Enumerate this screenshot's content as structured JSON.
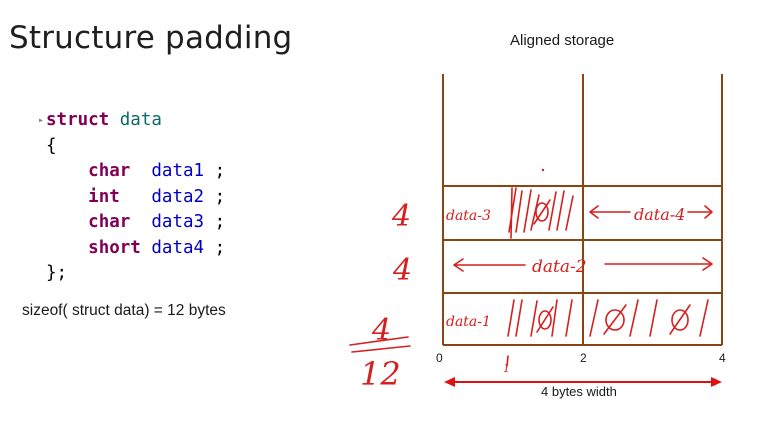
{
  "slide": {
    "title": "Structure padding"
  },
  "code": {
    "lines": [
      {
        "kw": "struct",
        "ident": "data"
      },
      {
        "text": "{"
      },
      {
        "type": "char",
        "pad": "  ",
        "var": "data1",
        "end": " ;"
      },
      {
        "type": "int",
        "pad": "   ",
        "var": "data2",
        "end": " ;"
      },
      {
        "type": "char",
        "pad": "  ",
        "var": "data3",
        "end": " ;"
      },
      {
        "type": "short",
        "pad": " ",
        "var": "data4",
        "end": " ;"
      },
      {
        "text": "};"
      }
    ]
  },
  "sizeof_text": "sizeof( struct data) = 12 bytes",
  "diagram": {
    "title": "Aligned storage",
    "axis_labels": [
      "0",
      "2",
      "4"
    ],
    "width_label": "4 bytes width",
    "colors": {
      "grid": "#8b4513",
      "ink": "#d61f1f",
      "arrow": "#e01010"
    },
    "handwritten": {
      "row_sizes": [
        "4",
        "4",
        "4"
      ],
      "total": "12",
      "row1_left": "data-3",
      "row1_right": "data-4",
      "row2": "data-2",
      "row3_left": "data-1",
      "tick_label": "1",
      "padding_symbol": "Ø"
    }
  }
}
